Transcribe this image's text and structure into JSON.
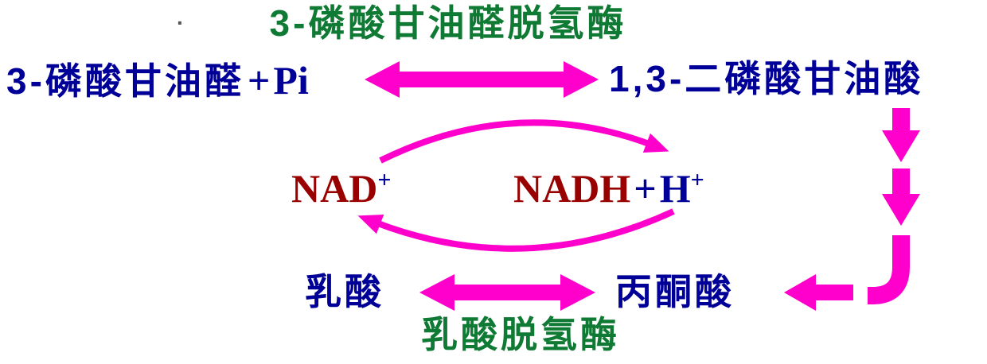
{
  "colors": {
    "navy": "#000099",
    "dark_green": "#0f7a33",
    "dark_red": "#990000",
    "magenta": "#ff00cc"
  },
  "diagram": {
    "stray_dot": ".",
    "title_top_enzyme": "3-磷酸甘油醛脱氢酶",
    "reaction_top": {
      "left_chinese": "3-磷酸甘油醛",
      "left_plus": "+",
      "left_pi": "Pi",
      "right": "1,3-二磷酸甘油酸"
    },
    "cofactors": {
      "nad_base": "NAD",
      "nad_sup": "+",
      "nadh_base": "NADH",
      "plus": "+",
      "h_base": "H",
      "h_sup": "+"
    },
    "reaction_bottom": {
      "left": "乳酸",
      "right": "丙酮酸"
    },
    "title_bottom_enzyme": "乳酸脱氢酶"
  }
}
